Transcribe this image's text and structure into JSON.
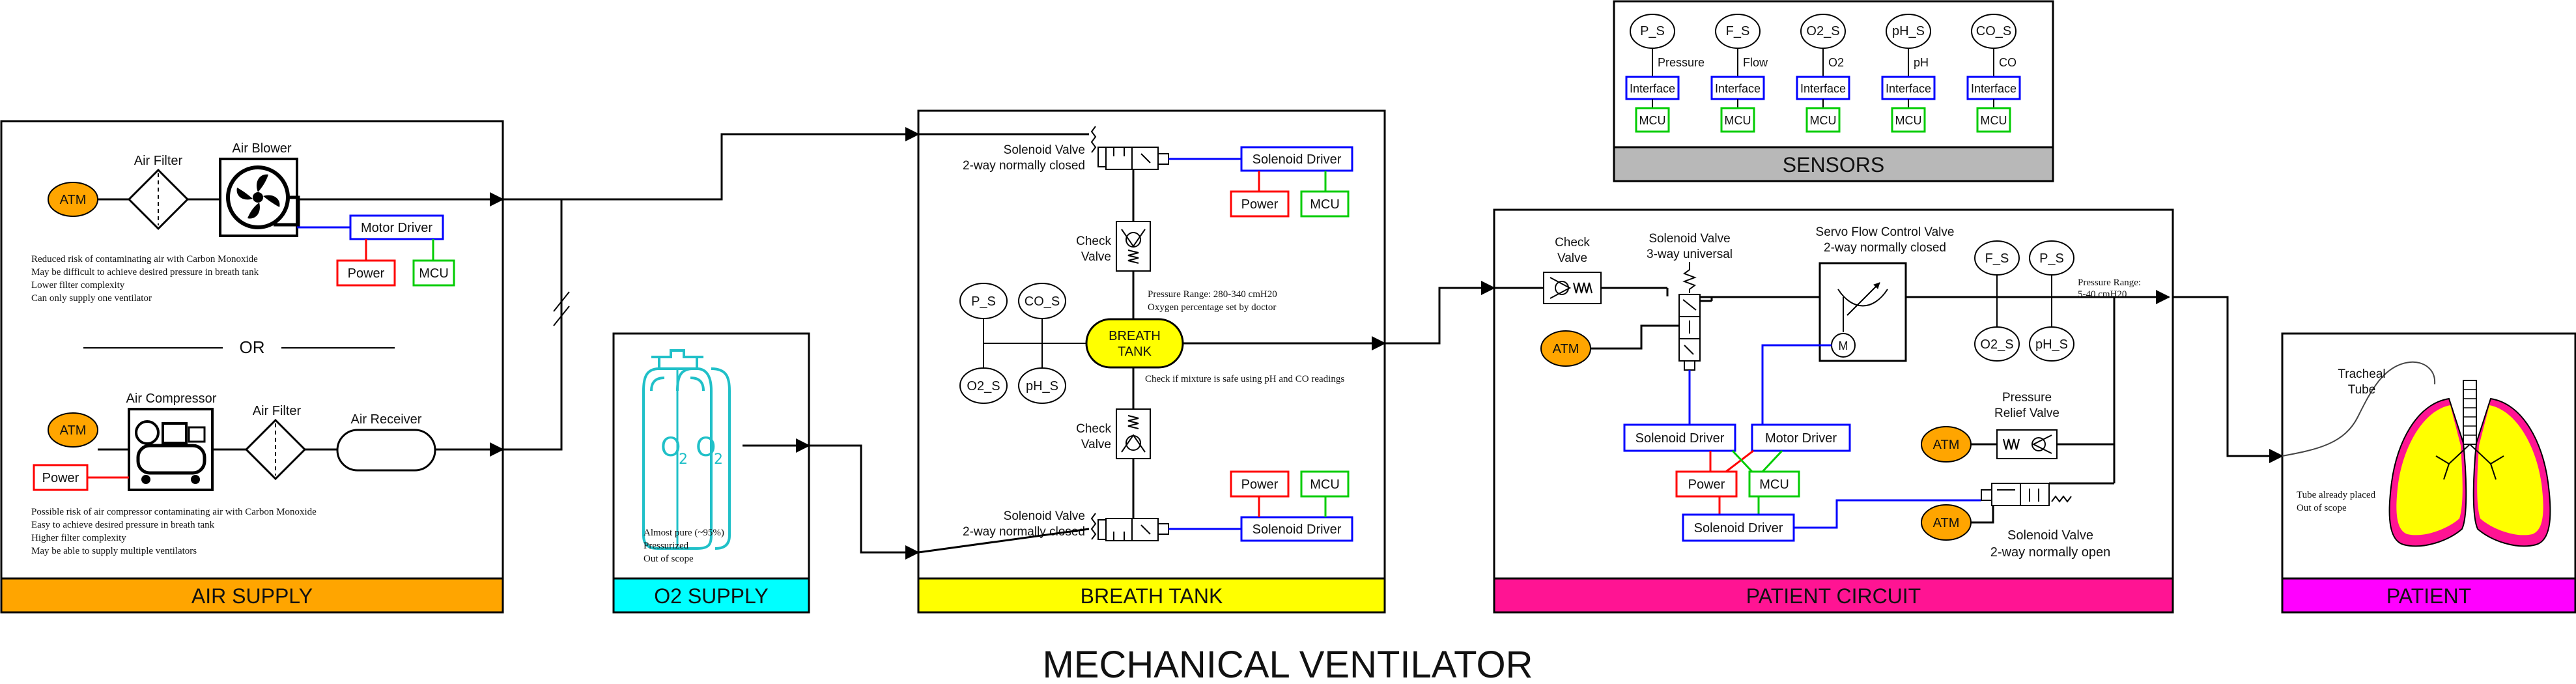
{
  "title": "MECHANICAL VENTILATOR",
  "colors": {
    "air_supply": "#ffa500",
    "o2_supply": "#00ffff",
    "breath_tank": "#ffff00",
    "patient_circuit": "#ff1493",
    "patient": "#ff00ff",
    "sensors": "#b8b8b8",
    "atm": "#ffa500",
    "power": "#ff0000",
    "driver": "#0000ff",
    "mcu": "#00cc00",
    "lungs": "#ffff00",
    "lung_edge": "#ff1493"
  },
  "sensors": {
    "banner": "SENSORS",
    "items": [
      {
        "sensor": "P_S",
        "label": "Pressure",
        "interface": "Interface",
        "mcu": "MCU"
      },
      {
        "sensor": "F_S",
        "label": "Flow",
        "interface": "Interface",
        "mcu": "MCU"
      },
      {
        "sensor": "O2_S",
        "label": "O2",
        "interface": "Interface",
        "mcu": "MCU"
      },
      {
        "sensor": "pH_S",
        "label": "pH",
        "interface": "Interface",
        "mcu": "MCU"
      },
      {
        "sensor": "CO_S",
        "label": "CO",
        "interface": "Interface",
        "mcu": "MCU"
      }
    ]
  },
  "air_supply": {
    "banner": "AIR SUPPLY",
    "atm1": "ATM",
    "air_filter1": "Air Filter",
    "air_blower": "Air Blower",
    "motor_driver": "Motor Driver",
    "power1": "Power",
    "mcu1": "MCU",
    "blower_notes": [
      "Reduced risk of contaminating air with Carbon Monoxide",
      "May be difficult to achieve desired pressure in breath tank",
      "Lower filter complexity",
      "Can only supply one ventilator"
    ],
    "or": "OR",
    "atm2": "ATM",
    "air_compressor": "Air Compressor",
    "air_filter2": "Air Filter",
    "air_receiver": "Air Receiver",
    "power2": "Power",
    "compressor_notes": [
      "Possible risk of air compressor contaminating air with Carbon Monoxide",
      "Easy to achieve desired pressure in breath tank",
      "Higher filter complexity",
      "May be able to supply multiple ventilators"
    ]
  },
  "o2_supply": {
    "banner": "O2 SUPPLY",
    "notes": [
      "Almost pure (~95%)",
      "Pressurized",
      "Out of scope"
    ]
  },
  "breath_tank": {
    "banner": "BREATH TANK",
    "valve_top": [
      "Solenoid Valve",
      "2-way normally closed"
    ],
    "driver_top": "Solenoid Driver",
    "power_top": "Power",
    "mcu_top": "MCU",
    "check_top": [
      "Check",
      "Valve"
    ],
    "pressure_notes": [
      "Pressure Range: 280-340 cmH20",
      "Oxygen percentage set by doctor"
    ],
    "sensors": [
      "P_S",
      "CO_S",
      "O2_S",
      "pH_S"
    ],
    "tank": [
      "BREATH",
      "TANK"
    ],
    "safety_note": "Check if mixture is safe using pH and CO readings",
    "check_bottom": [
      "Check",
      "Valve"
    ],
    "power_bottom": "Power",
    "mcu_bottom": "MCU",
    "valve_bottom": [
      "Solenoid Valve",
      "2-way normally closed"
    ],
    "driver_bottom": "Solenoid Driver"
  },
  "patient_circuit": {
    "banner": "PATIENT CIRCUIT",
    "check": [
      "Check",
      "Valve"
    ],
    "valve3": [
      "Solenoid Valve",
      "3-way universal"
    ],
    "servo": [
      "Servo Flow Control Valve",
      "2-way normally closed"
    ],
    "motor_m": "M",
    "sensors": [
      "F_S",
      "P_S",
      "O2_S",
      "pH_S"
    ],
    "pressure_range": [
      "Pressure Range:",
      "5-40 cmH20"
    ],
    "atm1": "ATM",
    "solenoid_driver1": "Solenoid Driver",
    "motor_driver": "Motor Driver",
    "power": "Power",
    "mcu": "MCU",
    "solenoid_driver2": "Solenoid Driver",
    "relief": [
      "Pressure",
      "Relief Valve"
    ],
    "atm2": "ATM",
    "atm3": "ATM",
    "valve_open": [
      "Solenoid Valve",
      "2-way normally open"
    ]
  },
  "patient": {
    "banner": "PATIENT",
    "tube": [
      "Tracheal",
      "Tube"
    ],
    "notes": [
      "Tube already placed",
      "Out of scope"
    ]
  }
}
